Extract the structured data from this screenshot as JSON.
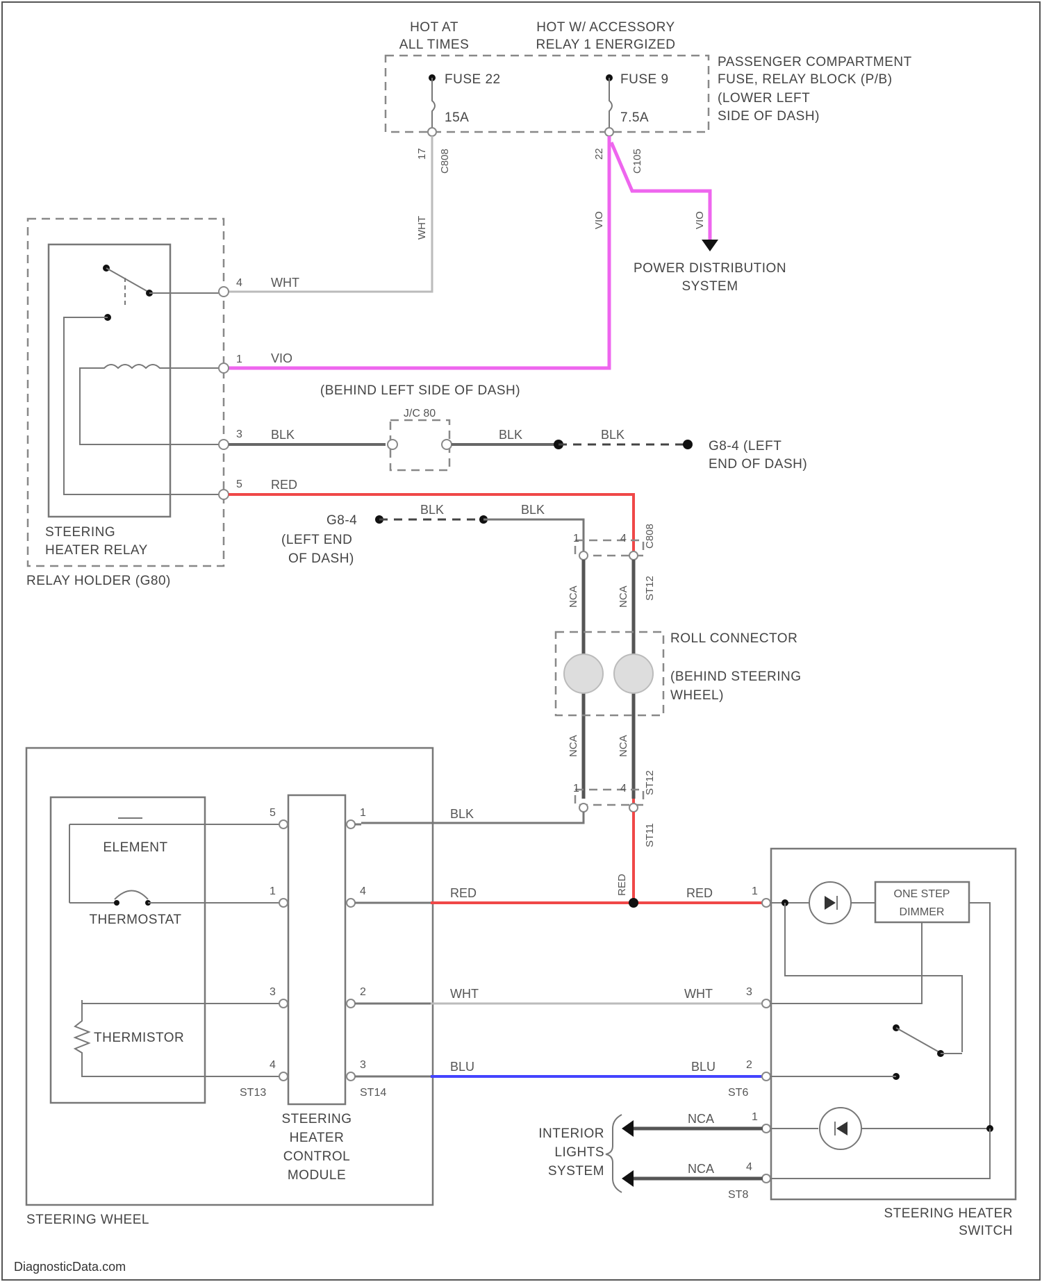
{
  "power": {
    "hot_at_all_times": [
      "HOT AT",
      "ALL TIMES"
    ],
    "hot_accessory": [
      "HOT W/ ACCESSORY",
      "RELAY 1 ENERGIZED"
    ],
    "fuse_22": "FUSE 22",
    "fuse_22_rating": "15A",
    "fuse_9": "FUSE 9",
    "fuse_9_rating": "7.5A",
    "pcfrb": [
      "PASSENGER COMPARTMENT",
      "FUSE, RELAY BLOCK (P/B)",
      "(LOWER LEFT",
      "SIDE OF DASH)"
    ],
    "pin_17": "17",
    "pin_22": "22",
    "c808": "C808",
    "c105": "C105",
    "power_distribution": [
      "POWER DISTRIBUTION",
      "SYSTEM"
    ]
  },
  "relay": {
    "name": [
      "STEERING",
      "HEATER RELAY"
    ],
    "holder": "RELAY HOLDER (G80)",
    "pins": [
      "4",
      "1",
      "3",
      "5"
    ],
    "behind_dash": "(BEHIND LEFT SIDE OF DASH)",
    "jc": "J/C 80"
  },
  "grounds": {
    "g84_left": [
      "G8-4 (LEFT",
      "END OF DASH)"
    ],
    "g84_b": [
      "G8-4",
      "(LEFT END",
      "OF DASH)"
    ]
  },
  "wires": {
    "wht": "WHT",
    "vio": "VIO",
    "blk": "BLK",
    "red": "RED",
    "blu": "BLU",
    "nca": "NCA"
  },
  "connectors": {
    "c808": "C808",
    "st12": "ST12",
    "st11": "ST11",
    "st13": "ST13",
    "st14": "ST14",
    "st6": "ST6",
    "st8": "ST8"
  },
  "roll_connector": [
    "ROLL CONNECTOR",
    "(BEHIND STEERING",
    "WHEEL)"
  ],
  "steering_wheel": {
    "label": "STEERING WHEEL",
    "element": "ELEMENT",
    "thermostat": "THERMOSTAT",
    "thermistor": "THERMISTOR",
    "module": [
      "STEERING",
      "HEATER",
      "CONTROL",
      "MODULE"
    ],
    "left_pins": [
      "5",
      "1",
      "3",
      "4"
    ],
    "right_pins": [
      "1",
      "4",
      "2",
      "3"
    ]
  },
  "switch": {
    "label": [
      "STEERING HEATER",
      "SWITCH"
    ],
    "dimmer": [
      "ONE STEP",
      "DIMMER"
    ],
    "pins": [
      "1",
      "3",
      "2",
      "1",
      "4"
    ]
  },
  "interior": [
    "INTERIOR",
    "LIGHTS",
    "SYSTEM"
  ],
  "watermark": "DiagnosticData.com"
}
